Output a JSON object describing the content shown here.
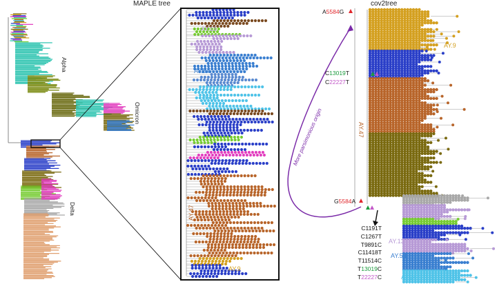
{
  "titles": {
    "left": "MAPLE tree",
    "right": "cov2tree"
  },
  "clades": {
    "alpha": "Alpha",
    "omicron": "Omicron",
    "delta": "Delta"
  },
  "zoom_lineages": {
    "ay13": "AY.13",
    "ay54": "AY.54",
    "ay14": "AY.14",
    "ay47": "AY.47",
    "ay9": "AY.9"
  },
  "right_lineages": {
    "ay9": "AY.9",
    "ay47": "AY.47",
    "ay13": "AY.13",
    "ay54": "AY.54",
    "ay14": "AY.14"
  },
  "annotation": "More parsimonious origin",
  "mutations_top": [
    {
      "pre": "A",
      "pos": "5584",
      "post": "G",
      "pos_color": "#e0262b"
    },
    {
      "pre": "C",
      "pos": "13019",
      "post": "T",
      "pos_color": "#1a9a3c"
    },
    {
      "pre": "C",
      "pos": "22227",
      "post": "T",
      "pos_color": "#c257c8"
    },
    {
      "pre": "G",
      "pos": "5584",
      "post": "A",
      "pos_color": "#e0262b"
    }
  ],
  "mutation_list": [
    {
      "pre": "C",
      "pos": "1191",
      "post": "T",
      "pos_color": "#111111"
    },
    {
      "pre": "C",
      "pos": "1267",
      "post": "T",
      "pos_color": "#111111"
    },
    {
      "pre": "T",
      "pos": "9891",
      "post": "C",
      "pos_color": "#111111"
    },
    {
      "pre": "C",
      "pos": "11418",
      "post": "T",
      "pos_color": "#111111"
    },
    {
      "pre": "T",
      "pos": "11514",
      "post": "C",
      "pos_color": "#111111"
    },
    {
      "pre": "T",
      "pos": "13019",
      "post": "C",
      "pos_color": "#1a9a3c"
    },
    {
      "pre": "T",
      "pos": "22227",
      "post": "C",
      "pos_color": "#c257c8"
    }
  ],
  "colors": {
    "alpha": "#2ec4b0",
    "delta_orange": "#e0a070",
    "ay9": "#d4a020",
    "ay47": "#b8652a",
    "ay13": "#b79ad6",
    "ay54": "#3a7fd0",
    "ay14": "#4fc3e8",
    "olive": "#7a6a10",
    "blue_dark": "#2a3fc8",
    "arrow_purple": "#7a2aa8",
    "mut_red": "#e0262b",
    "mut_green": "#1a9a3c",
    "mut_pink": "#c257c8"
  }
}
